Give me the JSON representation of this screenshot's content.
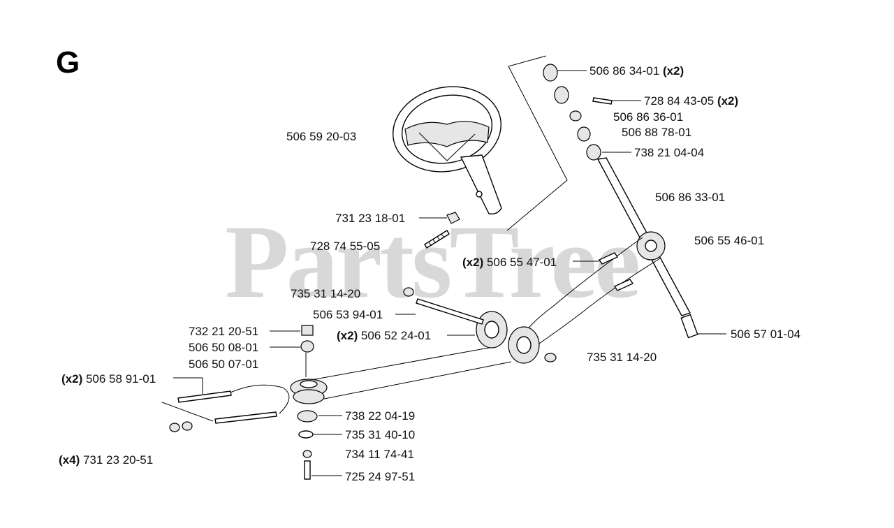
{
  "section_letter": "G",
  "watermark": "PartsTree",
  "callouts": [
    {
      "id": "c1",
      "qty": "",
      "part": "506 86 34-01",
      "suffix": "(x2)"
    },
    {
      "id": "c2",
      "qty": "",
      "part": "728 84 43-05",
      "suffix": "(x2)"
    },
    {
      "id": "c3",
      "qty": "",
      "part": "506 86 36-01",
      "suffix": ""
    },
    {
      "id": "c4",
      "qty": "",
      "part": "506 88 78-01",
      "suffix": ""
    },
    {
      "id": "c5",
      "qty": "",
      "part": "738 21 04-04",
      "suffix": ""
    },
    {
      "id": "c6",
      "qty": "",
      "part": "506 59 20-03",
      "suffix": ""
    },
    {
      "id": "c7",
      "qty": "",
      "part": "506 86 33-01",
      "suffix": ""
    },
    {
      "id": "c8",
      "qty": "",
      "part": "731 23 18-01",
      "suffix": ""
    },
    {
      "id": "c9",
      "qty": "",
      "part": "506 55 46-01",
      "suffix": ""
    },
    {
      "id": "c10",
      "qty": "",
      "part": "728 74 55-05",
      "suffix": ""
    },
    {
      "id": "c11",
      "qty": "(x2)",
      "part": "506 55 47-01",
      "suffix": ""
    },
    {
      "id": "c12",
      "qty": "",
      "part": "735 31 14-20",
      "suffix": ""
    },
    {
      "id": "c13",
      "qty": "",
      "part": "506 53 94-01",
      "suffix": ""
    },
    {
      "id": "c14",
      "qty": "",
      "part": "732 21 20-51",
      "suffix": ""
    },
    {
      "id": "c15",
      "qty": "(x2)",
      "part": "506 52 24-01",
      "suffix": ""
    },
    {
      "id": "c16",
      "qty": "",
      "part": "506 57 01-04",
      "suffix": ""
    },
    {
      "id": "c17",
      "qty": "",
      "part": "506 50 08-01",
      "suffix": ""
    },
    {
      "id": "c18",
      "qty": "",
      "part": "735 31 14-20",
      "suffix": ""
    },
    {
      "id": "c19",
      "qty": "",
      "part": "506 50 07-01",
      "suffix": ""
    },
    {
      "id": "c20",
      "qty": "(x2)",
      "part": "506 58 91-01",
      "suffix": ""
    },
    {
      "id": "c21",
      "qty": "",
      "part": "738 22 04-19",
      "suffix": ""
    },
    {
      "id": "c22",
      "qty": "",
      "part": "735 31 40-10",
      "suffix": ""
    },
    {
      "id": "c23",
      "qty": "",
      "part": "734 11 74-41",
      "suffix": ""
    },
    {
      "id": "c24",
      "qty": "(x4)",
      "part": "731 23 20-51",
      "suffix": ""
    },
    {
      "id": "c25",
      "qty": "",
      "part": "725 24 97-51",
      "suffix": ""
    }
  ]
}
